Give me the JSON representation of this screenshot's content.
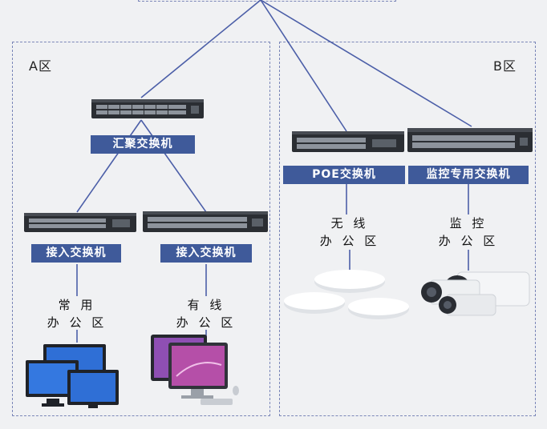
{
  "zones": {
    "a_label": "A区",
    "b_label": "B区"
  },
  "switches": {
    "aggregation": "汇聚交换机",
    "access_left": "接入交换机",
    "access_right": "接入交换机",
    "poe": "POE交换机",
    "monitoring": "监控专用交换机"
  },
  "areas": {
    "regular": "常 用\n办 公 区",
    "wired": "有 线\n办 公 区",
    "wireless": "无 线\n办 公 区",
    "surveillance": "监 控\n办 公 区"
  },
  "colors": {
    "tag_bg": "#3f5a9a",
    "link": "#4c5fa8",
    "zone_border": "#7a86b8",
    "switch_body": "#2b2e33"
  },
  "icons": [
    "switch-icon",
    "monitor-icon",
    "desktop-computer-icon",
    "wireless-access-point-icon",
    "surveillance-camera-icon"
  ]
}
